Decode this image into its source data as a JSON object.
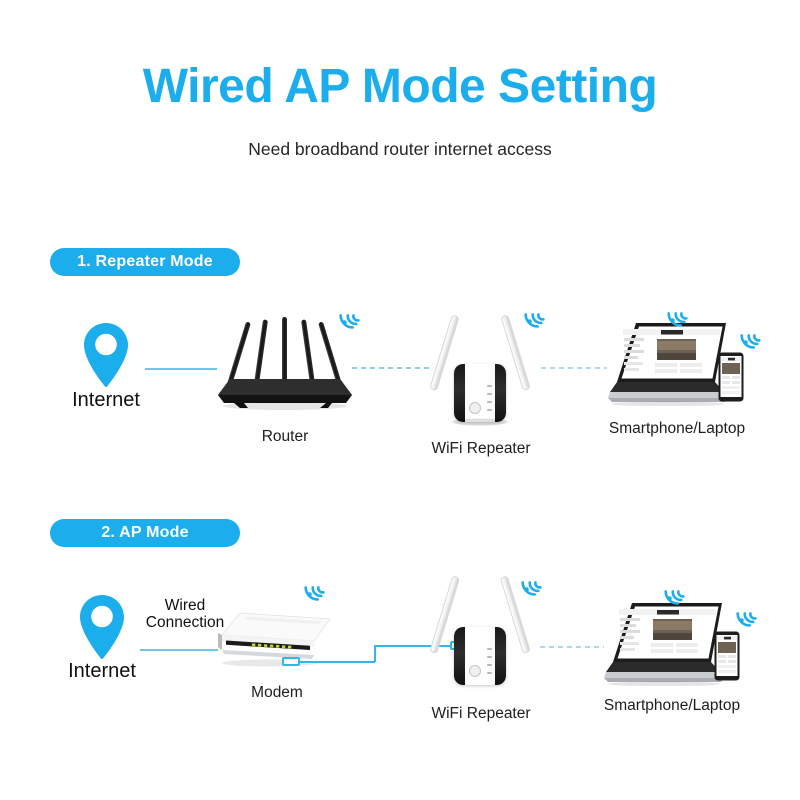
{
  "header": {
    "title": "Wired AP Mode Setting",
    "subtitle": "Need broadband router internet access"
  },
  "colors": {
    "accent_blue": "#1CAEEC",
    "line_blue": "#6FC7E8",
    "cable_blue": "#35B6E4",
    "text_dark": "#1a1a1a",
    "background": "#ffffff",
    "router_black": "#1a1a1a",
    "modem_led": "#c3d62b"
  },
  "sections": [
    {
      "badge": "1. Repeater Mode",
      "nodes": [
        {
          "label": "Internet",
          "icon": "map-pin-icon"
        },
        {
          "label": "Router",
          "icon": "wifi-router-icon"
        },
        {
          "label": "WiFi Repeater",
          "icon": "wifi-repeater-icon"
        },
        {
          "label": "Smartphone/Laptop",
          "icon": "laptop-phone-icon"
        }
      ],
      "link_labels": []
    },
    {
      "badge": "2. AP Mode",
      "nodes": [
        {
          "label": "Internet",
          "icon": "map-pin-icon"
        },
        {
          "label": "Modem",
          "icon": "modem-icon"
        },
        {
          "label": "WiFi Repeater",
          "icon": "wifi-repeater-icon"
        },
        {
          "label": "Smartphone/Laptop",
          "icon": "laptop-phone-icon"
        }
      ],
      "link_labels": [
        {
          "line1": "Wired",
          "line2": "Connection"
        }
      ]
    }
  ]
}
